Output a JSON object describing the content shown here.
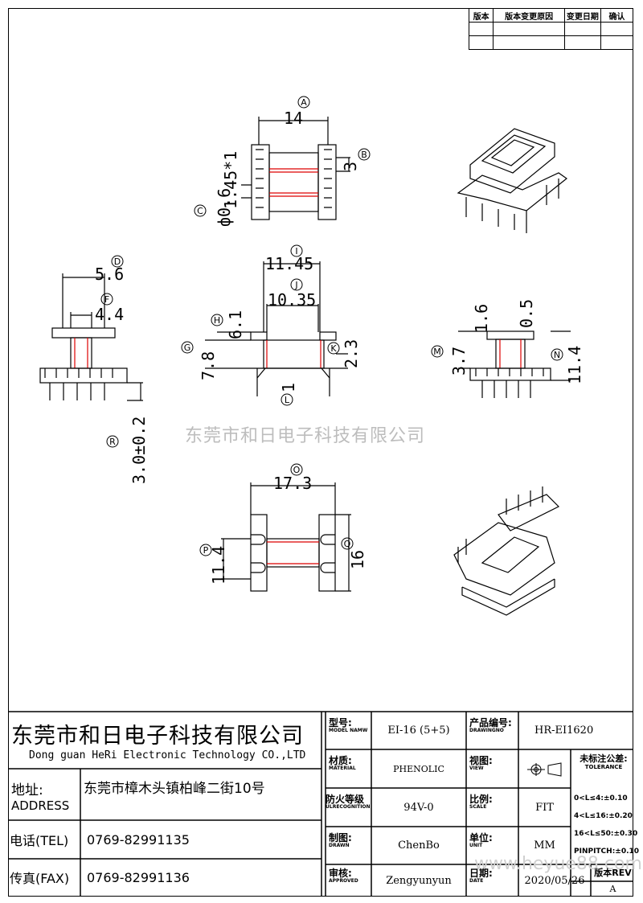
{
  "revision_table": {
    "headers": [
      "版本",
      "版本变更原因",
      "变更日期",
      "确认"
    ]
  },
  "dimensions": {
    "A": "14",
    "B": "3",
    "C": "ф0.6",
    "C2": "1.45*1",
    "D": "5.6",
    "F": "4.4",
    "R": "3.0±0.2",
    "I": "11.45",
    "J": "10.35",
    "H": "6.1",
    "G": "7.8",
    "K": "2.3",
    "L": "1",
    "M": "3.7",
    "N": "11.4",
    "top1": "1.6",
    "top2": "0.5",
    "O": "17.3",
    "P": "11.4",
    "Q": "16"
  },
  "markers": {
    "A": "A",
    "B": "B",
    "C": "C",
    "D": "D",
    "F": "F",
    "R": "R",
    "I": "I",
    "J": "J",
    "H": "H",
    "G": "G",
    "K": "K",
    "L": "L",
    "M": "M",
    "N": "N",
    "O": "O",
    "P": "P",
    "Q": "Q"
  },
  "watermark": "东莞市和日电子科技有限公司",
  "watermark_url": "www.heyue88.com",
  "title_block": {
    "company_cn": "东莞市和日电子科技有限公司",
    "company_en": "Dong guan HeRi Electronic Technology CO.,LTD",
    "address_label_cn": "地址:",
    "address_label_en": "ADDRESS",
    "address_value": "东莞市樟木头镇柏峰二街10号",
    "tel_label": "电话(TEL)",
    "tel_value": "0769-82991135",
    "fax_label": "传真(FAX)",
    "fax_value": "0769-82991136",
    "model_cn": "型号:",
    "model_en": "MODEL NAMW",
    "model_value": "EI-16 (5+5)",
    "drawing_cn": "产品编号:",
    "drawing_en": "DRAWINGNO",
    "drawing_value": "HR-EI1620",
    "material_cn": "材质:",
    "material_en": "MATERIAL",
    "material_value": "PHENOLIC",
    "view_cn": "视图:",
    "view_en": "VIEW",
    "fire_cn": "防火等级",
    "fire_en": "ULRECOGNITION",
    "fire_value": "94V-0",
    "scale_cn": "比例:",
    "scale_en": "SCALE",
    "scale_value": "FIT",
    "drawn_cn": "制图:",
    "drawn_en": "DRAWN",
    "drawn_value": "ChenBo",
    "unit_cn": "单位:",
    "unit_en": "UNIT",
    "unit_value": "MM",
    "approved_cn": "审核:",
    "approved_en": "APPROVED",
    "approved_value": "Zengyunyun",
    "date_cn": "日期:",
    "date_en": "DATE",
    "date_value": "2020/05/26",
    "tolerance_title": "未标注公差:",
    "tolerance_en": "TOLERANCE",
    "tolerance_lines": [
      "0<L≤4:±0.10",
      "4<L≤16:±0.20",
      "16<L≤50:±0.30",
      "PINPITCH:±0.10"
    ],
    "rev_label": "版本REV",
    "rev_value": "A"
  }
}
